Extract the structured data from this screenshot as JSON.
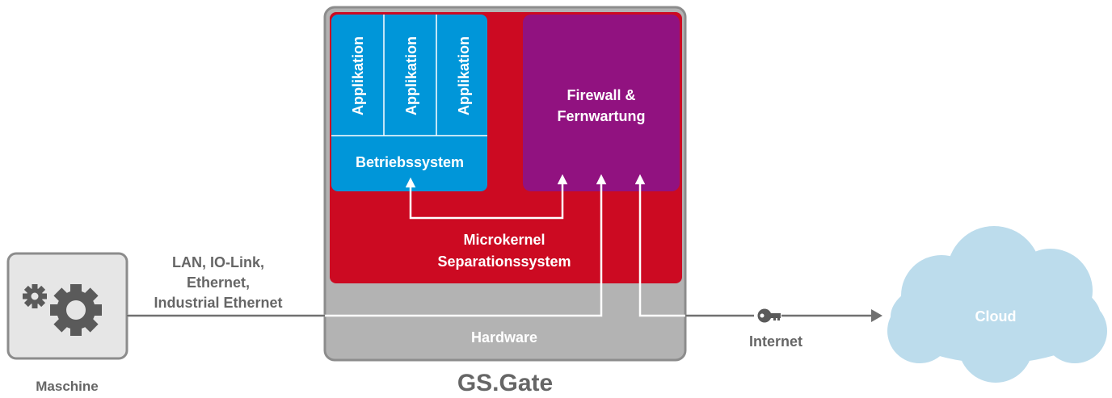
{
  "colors": {
    "gateway_frame": "#b3b3b3",
    "gateway_border": "#8c8c8c",
    "microkernel": "#cc0a22",
    "os_block": "#0096d9",
    "firewall_block": "#911280",
    "machine_box": "#e6e6e6",
    "connector": "#707070",
    "cloud": "#bcdcec",
    "label_gray": "#666666"
  },
  "gateway": {
    "name": "GS.Gate",
    "hardware_label": "Hardware",
    "microkernel_label": [
      "Microkernel",
      "Separationssystem"
    ],
    "applications": [
      "Applikation",
      "Applikation",
      "Applikation"
    ],
    "os_label": "Betriebssystem",
    "firewall_label": [
      "Firewall &",
      "Fernwartung"
    ]
  },
  "machine": {
    "label": "Maschine",
    "icon": "gears-icon"
  },
  "connection": {
    "label_lines": [
      "LAN, IO-Link,",
      "Ethernet,",
      "Industrial Ethernet"
    ]
  },
  "internet": {
    "label": "Internet",
    "icon": "key-icon"
  },
  "cloud": {
    "label": "Cloud",
    "icon": "cloud-icon"
  }
}
